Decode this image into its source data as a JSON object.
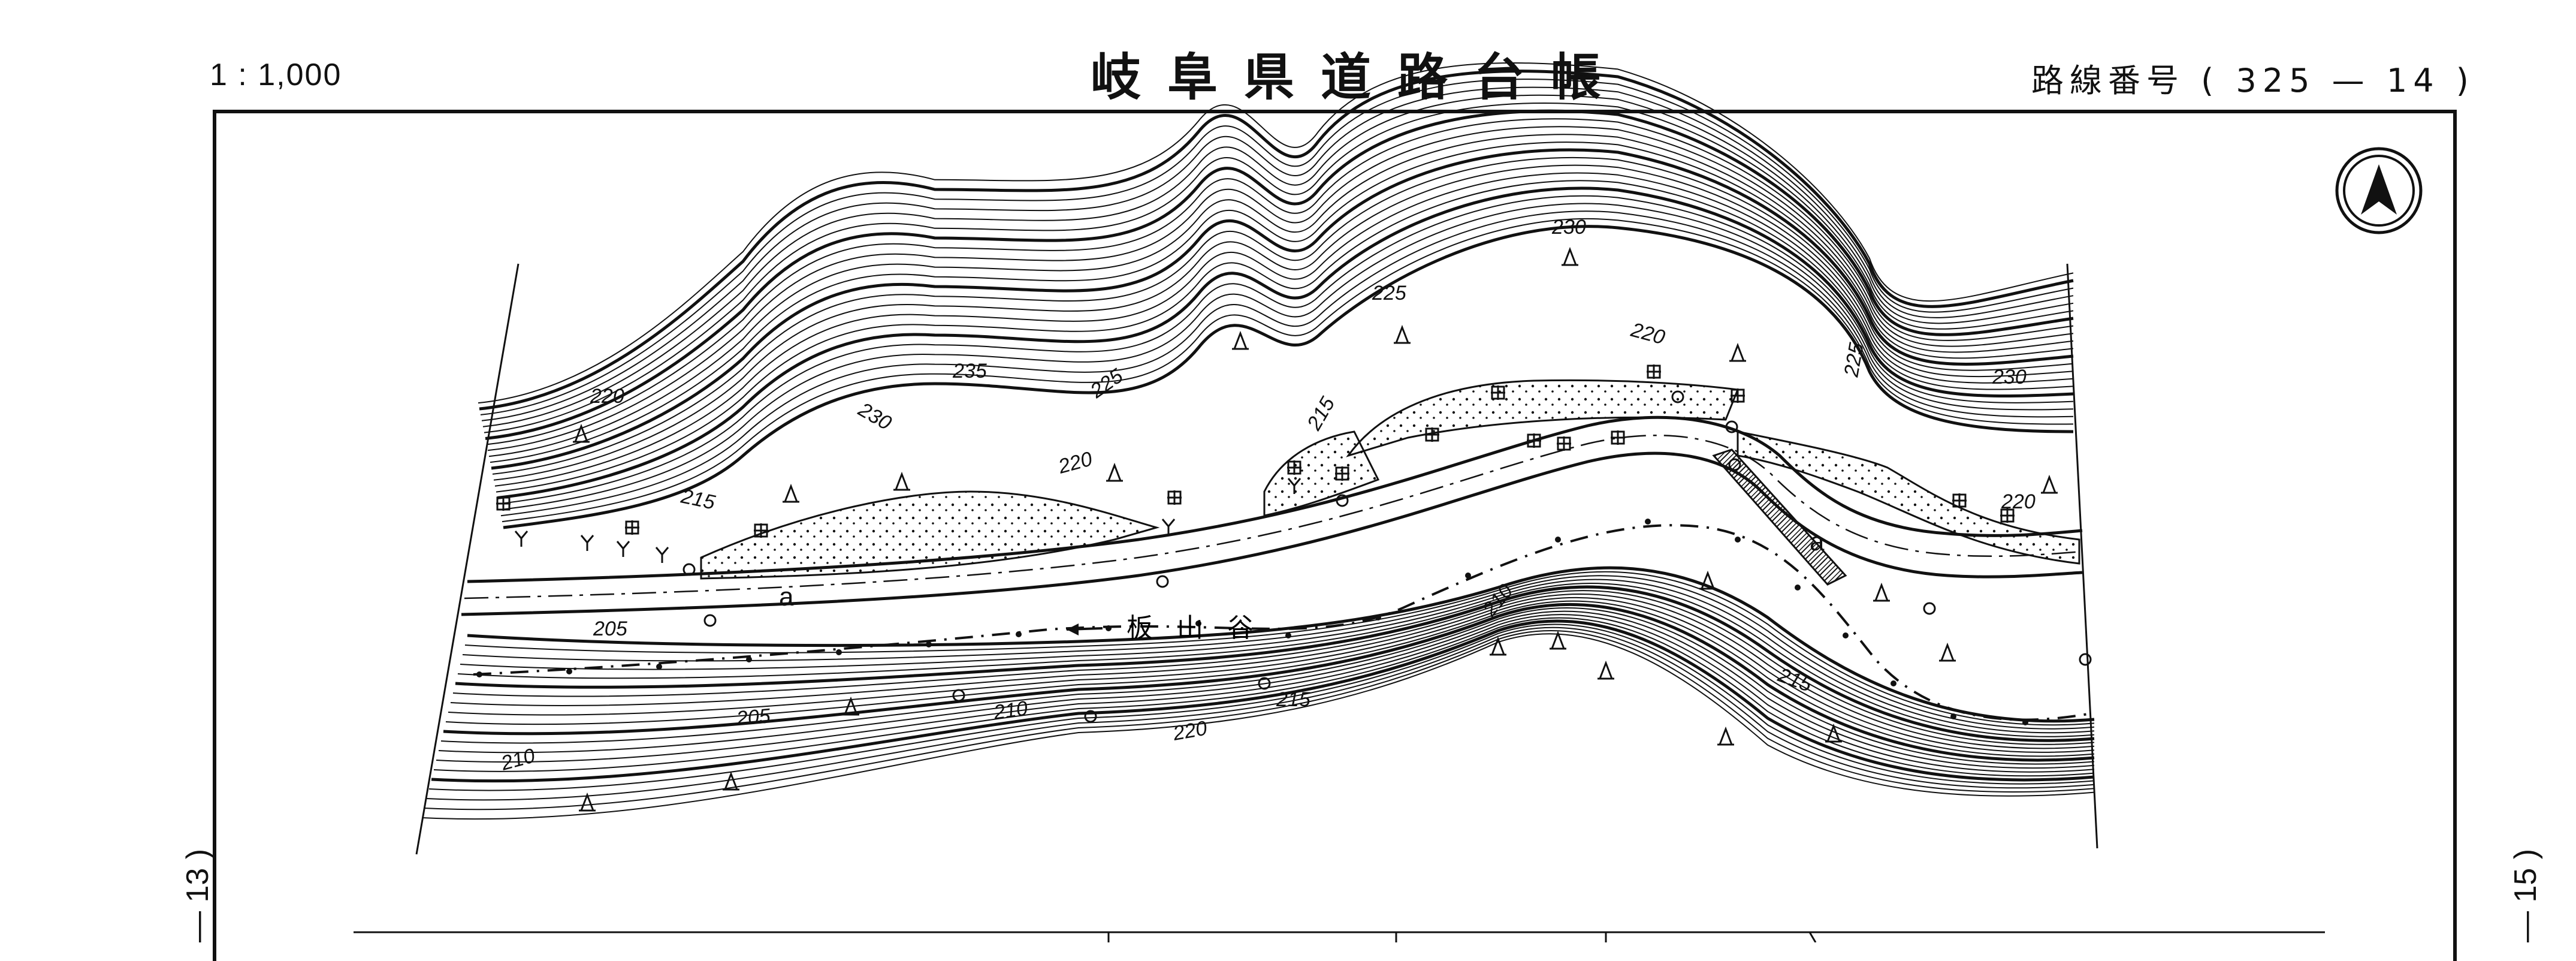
{
  "header": {
    "scale": "1 : 1,000",
    "title": "岐阜県道路台帳",
    "route_prefix": "路線番号",
    "route_open": "(",
    "route_number": "325",
    "route_dash": "—",
    "route_sheet": "14",
    "route_close": ")"
  },
  "margins": {
    "left_sheet": "— 13 )",
    "right_sheet": "— 15 )"
  },
  "map": {
    "contour_labels": [
      "230",
      "225",
      "235",
      "230",
      "225",
      "220",
      "215",
      "220",
      "215",
      "220",
      "225",
      "220",
      "230",
      "205",
      "210",
      "215",
      "210",
      "205",
      "215",
      "210",
      "220",
      "215",
      "220"
    ],
    "river_label": "板山谷",
    "parcel_labels": [
      "a",
      "a"
    ],
    "colors": {
      "ink": "#111111",
      "paper": "#ffffff"
    },
    "north_arrow": "north-arrow-icon"
  }
}
